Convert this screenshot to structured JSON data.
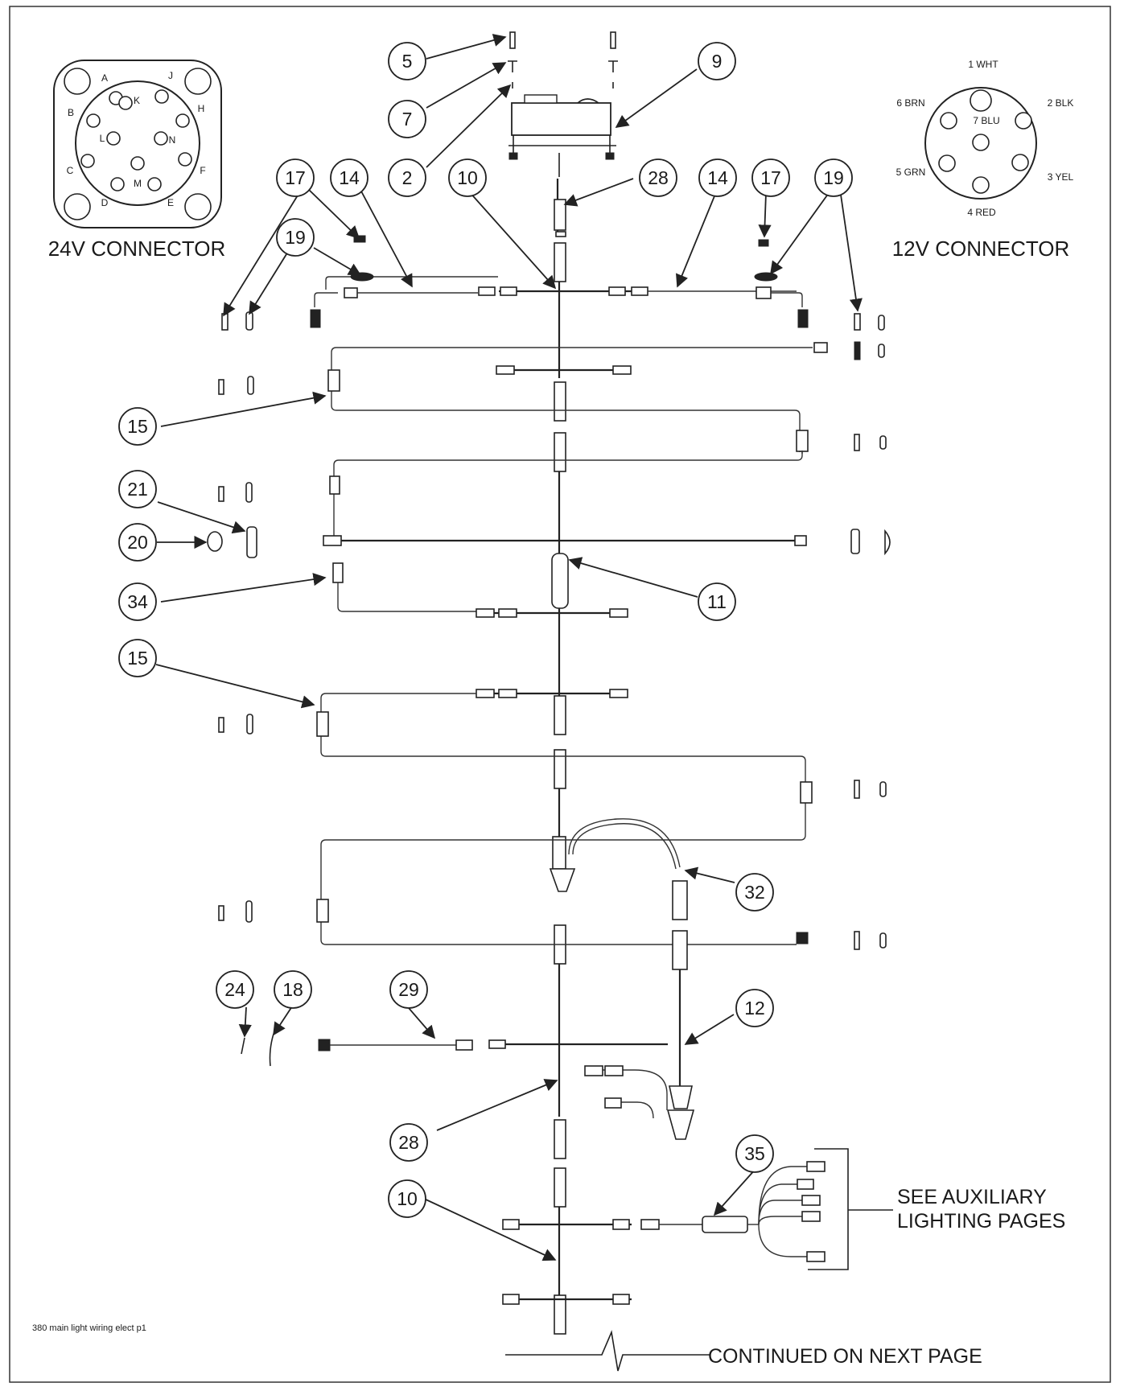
{
  "connector_24v": {
    "title": "24V CONNECTOR",
    "pins": [
      "A",
      "B",
      "C",
      "D",
      "E",
      "F",
      "H",
      "J",
      "K",
      "L",
      "M",
      "N"
    ]
  },
  "connector_12v": {
    "title": "12V CONNECTOR",
    "pins": [
      "1 WHT",
      "2 BLK",
      "3 YEL",
      "4 RED",
      "5 GRN",
      "6 BRN",
      "7 BLU"
    ]
  },
  "callouts": [
    "5",
    "7",
    "2",
    "9",
    "10",
    "28",
    "14",
    "17",
    "19",
    "14",
    "17",
    "19",
    "15",
    "21",
    "20",
    "34",
    "11",
    "15",
    "32",
    "24",
    "18",
    "29",
    "12",
    "28",
    "35",
    "10"
  ],
  "notes": {
    "auxiliary": [
      "SEE AUXILIARY",
      "LIGHTING PAGES"
    ],
    "continued": "CONTINUED ON NEXT PAGE",
    "figure_id": "380 main light wiring elect p1"
  }
}
